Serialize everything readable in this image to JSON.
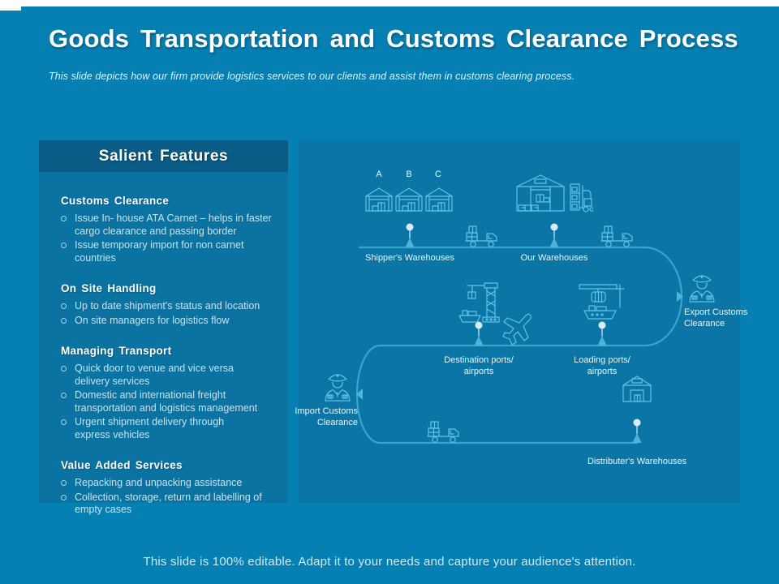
{
  "slide": {
    "title": "Goods Transportation and Customs Clearance Process",
    "subtitle": "This slide depicts how our firm provide logistics services to our clients and assist them in customs clearing process.",
    "footer": "This slide is 100% editable. Adapt it to your needs and capture your audience's attention."
  },
  "salient": {
    "header": "Salient Features",
    "sections": [
      {
        "title": "Customs Clearance",
        "items": [
          [
            "Issue In- house ATA Carnet – helps in faster",
            "cargo clearance and passing border"
          ],
          [
            "Issue temporary import for non carnet countries"
          ]
        ]
      },
      {
        "title": "On Site Handling",
        "items": [
          [
            "Up to date shipment's status and location"
          ],
          [
            "On site managers for logistics flow"
          ]
        ]
      },
      {
        "title": "Managing Transport",
        "items": [
          [
            "Quick door to venue and vice versa",
            "delivery services"
          ],
          [
            "Domestic and international freight",
            "transportation and logistics management"
          ],
          [
            "Urgent shipment delivery through",
            "express vehicles"
          ]
        ]
      },
      {
        "title": "Value Added Services",
        "items": [
          [
            "Repacking and unpacking assistance"
          ],
          [
            "Collection, storage, return and labelling of",
            "empty cases"
          ]
        ]
      }
    ]
  },
  "diagram": {
    "letters": [
      "A",
      "B",
      "C"
    ],
    "labels": {
      "shippers": [
        "Shipper's Warehouses"
      ],
      "ours": [
        "Our Warehouses"
      ],
      "export": [
        "Export Customs",
        "Clearance"
      ],
      "destination": [
        "Destination ports/",
        "airports"
      ],
      "loading": [
        "Loading ports/",
        "airports"
      ],
      "import": [
        "Import Customs",
        "Clearance"
      ],
      "distributers": [
        "Distributer's Warehouses"
      ]
    }
  },
  "colors": {
    "slide_bg": "#0680b2",
    "panel_bg": "#0a73a1",
    "panel_header_bg": "#0a5b85",
    "diagram_bg": "#0b76a5",
    "flow_line": "#35a6d2",
    "icon_stroke": "#5ec3e9",
    "heading_text": "#ffffff",
    "body_text": "#c6e4f1"
  }
}
